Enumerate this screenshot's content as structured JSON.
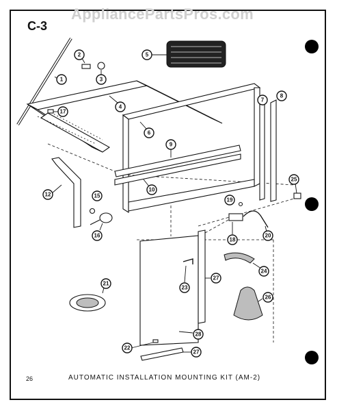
{
  "watermark": "AppliancePartsPros.com",
  "page_code": "C-3",
  "page_number": "26",
  "caption": "AUTOMATIC  INSTALLATION  MOUNTING  KIT (AM-2)",
  "callouts": [
    "1",
    "2",
    "3",
    "4",
    "5",
    "6",
    "7",
    "8",
    "9",
    "10",
    "12",
    "15",
    "16",
    "17",
    "18",
    "19",
    "20",
    "21",
    "22",
    "23",
    "24",
    "25",
    "26",
    "27",
    "27",
    "28"
  ]
}
